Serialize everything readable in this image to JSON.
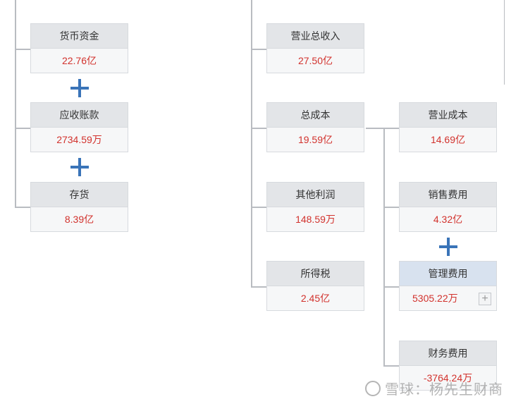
{
  "left_column": [
    {
      "title": "货币资金",
      "value": "22.76亿"
    },
    {
      "title": "应收账款",
      "value": "2734.59万"
    },
    {
      "title": "存货",
      "value": "8.39亿"
    }
  ],
  "middle_column": [
    {
      "title": "营业总收入",
      "value": "27.50亿"
    },
    {
      "title": "总成本",
      "value": "19.59亿"
    },
    {
      "title": "其他利润",
      "value": "148.59万"
    },
    {
      "title": "所得税",
      "value": "2.45亿"
    }
  ],
  "right_column": [
    {
      "title": "营业成本",
      "value": "14.69亿"
    },
    {
      "title": "销售费用",
      "value": "4.32亿"
    },
    {
      "title": "管理费用",
      "value": "5305.22万"
    },
    {
      "title": "财务费用",
      "value": "-3764.24万"
    }
  ],
  "expand_symbol": "+",
  "watermark": "雪球：杨先生财商",
  "colors": {
    "value_red": "#d2322d",
    "plus_blue": "#3a74b8",
    "header_gray": "#e3e5e8",
    "header_highlight": "#d8e2ef"
  }
}
